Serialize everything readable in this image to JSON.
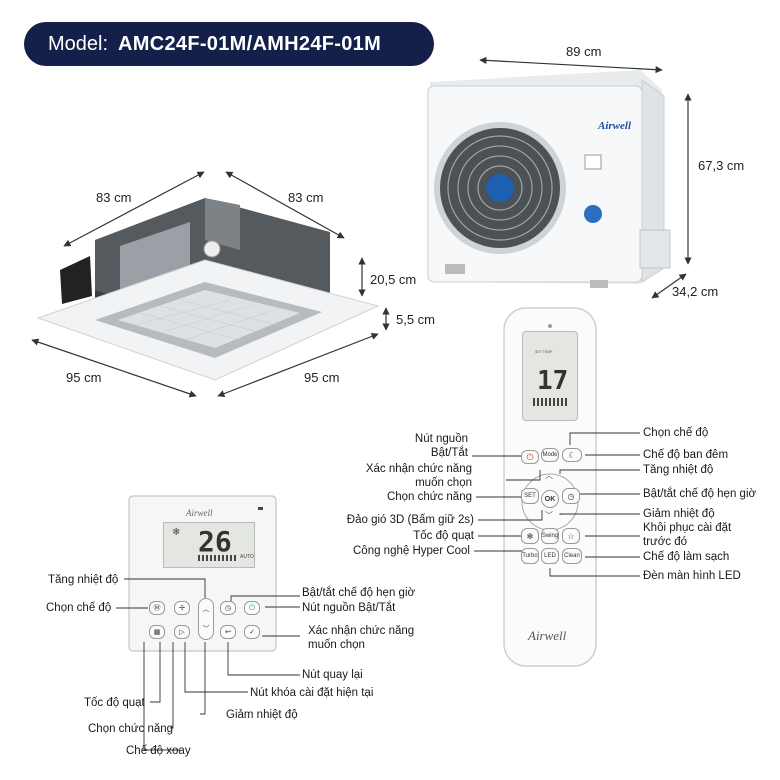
{
  "model": {
    "label": "Model:",
    "value": "AMC24F-01M/AMH24F-01M"
  },
  "outdoor": {
    "width": "89 cm",
    "height": "67,3 cm",
    "depth": "34,2 cm",
    "brand": "Airwell"
  },
  "cassette": {
    "side1": "83 cm",
    "side2": "83 cm",
    "body_height": "20,5 cm",
    "panel_height": "5,5 cm",
    "panel1": "95 cm",
    "panel2": "95 cm"
  },
  "remote": {
    "brand": "Airwell",
    "temp": "17",
    "set_temp": "SET TEMP",
    "buttons": {
      "mode": "Mode",
      "set": "SET",
      "ok": "OK",
      "swing": "Swing",
      "turbo": "Turbo",
      "led": "LED",
      "clean": "Clean"
    },
    "labels_left": [
      "Nút nguồn\nBật/Tắt",
      "Xác nhận chức năng\nmuốn chọn",
      "Chọn chức năng",
      "Đảo gió 3D (Bấm giữ 2s)",
      "Tốc độ quạt",
      "Công nghệ Hyper Cool"
    ],
    "labels_right": [
      "Chọn chế độ",
      "Chế độ ban đêm",
      "Tăng nhiệt độ",
      "Bật/tắt chế độ hẹn giờ",
      "Giảm nhiệt độ",
      "Khôi phục cài đặt\ntrước đó",
      "Chế độ làm sạch",
      "Đèn màn hình LED"
    ]
  },
  "wall_controller": {
    "brand": "Airwell",
    "temp": "26",
    "auto": "AUTO",
    "labels": [
      "Tăng nhiệt độ",
      "Chọn chế độ",
      "Bật/tắt chế độ hẹn giờ",
      "Nút nguồn Bật/Tắt",
      "Xác nhận chức năng\nmuốn chọn",
      "Nút quay lại",
      "Nút khóa cài đặt hiện tại",
      "Tốc độ quạt",
      "Giảm nhiệt độ",
      "Chọn chức năng",
      "Chế độ xoay"
    ]
  },
  "colors": {
    "badge": "#14204a",
    "fan_hub": "#1d5fb0"
  }
}
